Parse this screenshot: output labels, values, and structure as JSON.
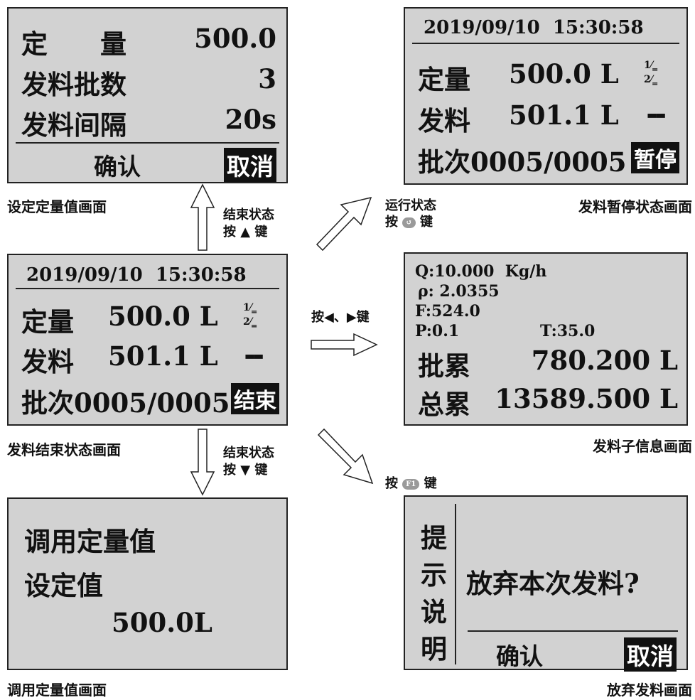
{
  "screen_set": {
    "quota": "定　　量",
    "quota_value": "500.0",
    "batches": "发料批数",
    "batches_value": "3",
    "interval": "发料间隔",
    "interval_value": "20s",
    "confirm": "确认",
    "cancel": "取消",
    "caption": "设定定量值画面"
  },
  "screen_end": {
    "datetime": "2019/09/10  15:30:58",
    "quota": "定量",
    "quota_value": "500.0 L",
    "feed": "发料",
    "feed_value": "501.1 L",
    "batch": "批次0005/0005",
    "state": "结束",
    "caption": "发料结束状态画面"
  },
  "screen_call": {
    "line1": "调用定量值",
    "line2": "设定值",
    "value": "500.0L",
    "caption": "调用定量值画面"
  },
  "screen_pause": {
    "datetime": "2019/09/10  15:30:58",
    "quota": "定量",
    "quota_value": "500.0 L",
    "feed": "发料",
    "feed_value": "501.1 L",
    "batch": "批次0005/0005",
    "state": "暂停",
    "caption": "发料暂停状态画面"
  },
  "screen_info": {
    "q": "Q:10.000  Kg/h",
    "rho": "ρ: 2.0355",
    "f": "F:524.0",
    "p": "P:0.1",
    "t": "T:35.0",
    "batch_total": "批累",
    "batch_total_value": "780.200 L",
    "grand_total": "总累",
    "grand_total_value": "13589.500 L",
    "caption": "发料子信息画面"
  },
  "screen_abandon": {
    "hint": [
      "提",
      "示",
      "说",
      "明"
    ],
    "question": "放弃本次发料?",
    "confirm": "确认",
    "cancel": "取消",
    "caption": "放弃发料画面"
  },
  "transitions": {
    "up_line1": "结束状态",
    "up_line2": "按 ▲ 键",
    "down_line1": "结束状态",
    "down_line2": "按 ▼ 键",
    "run_line1": "运行状态",
    "run_line2_a": "按",
    "run_line2_b": "键",
    "run_key": "↺",
    "lr": "按◀、▶键",
    "f1_a": "按",
    "f1_key": "F1",
    "f1_b": "键"
  },
  "status_icons": {
    "row1": "1⁄‗",
    "row2": "2⁄‗",
    "feeder": "▬▬"
  }
}
